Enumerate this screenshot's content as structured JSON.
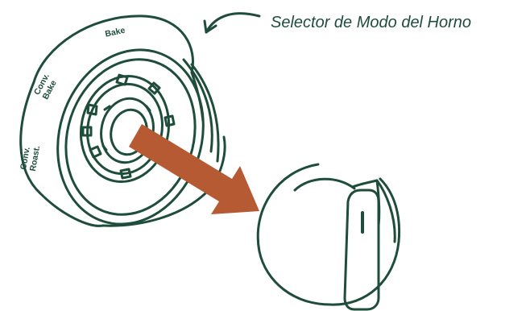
{
  "callout": {
    "text": "Selector de Modo del Horno"
  },
  "ring_labels": {
    "bake": "Bake",
    "conv_bake_line1": "Conv.",
    "conv_bake_line2": "Bake",
    "conv_roast_line1": "Conv.",
    "conv_roast_line2": "Roast."
  },
  "colors": {
    "ink": "#1f4d3b",
    "arrow": "#b65a34",
    "background": "#ffffff"
  },
  "icons": {
    "ring": "mode-selector-ring-icon",
    "knob": "oven-knob-icon",
    "removal_arrow": "removal-arrow-icon",
    "callout_arrow": "curved-arrow-icon"
  }
}
